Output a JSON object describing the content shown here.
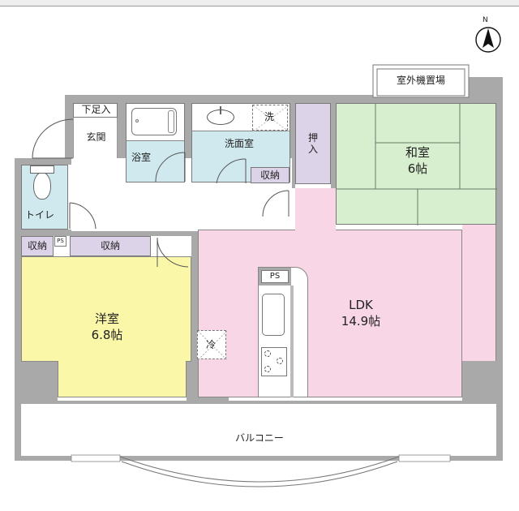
{
  "compass": {
    "label": "N"
  },
  "rooms": {
    "outdoor_unit": {
      "label": "室外機置場"
    },
    "shoe_storage": {
      "label": "下足入"
    },
    "entrance": {
      "label": "玄関"
    },
    "bathroom": {
      "label": "浴室"
    },
    "washroom": {
      "label": "洗面室"
    },
    "washer": {
      "label": "洗"
    },
    "washroom_storage": {
      "label": "収納"
    },
    "closet": {
      "label": "押入"
    },
    "japanese_room": {
      "label": "和室",
      "size": "6帖"
    },
    "toilet": {
      "label": "トイレ"
    },
    "storage_left": {
      "label": "収納"
    },
    "ps_left": {
      "label": "PS"
    },
    "storage_middle": {
      "label": "収納"
    },
    "western_room": {
      "label": "洋室",
      "size": "6.8帖"
    },
    "ldk": {
      "label": "LDK",
      "size": "14.9帖"
    },
    "ps_kitchen": {
      "label": "PS"
    },
    "fridge": {
      "label": "冷"
    },
    "balcony": {
      "label": "バルコニー"
    }
  },
  "colors": {
    "wall": "#a9a9a9",
    "wet_area": "#cfe9ef",
    "storage": "#dcd3e8",
    "japanese_room": "#d7efce",
    "western_room": "#fbf7a8",
    "ldk": "#f8d6e6"
  }
}
